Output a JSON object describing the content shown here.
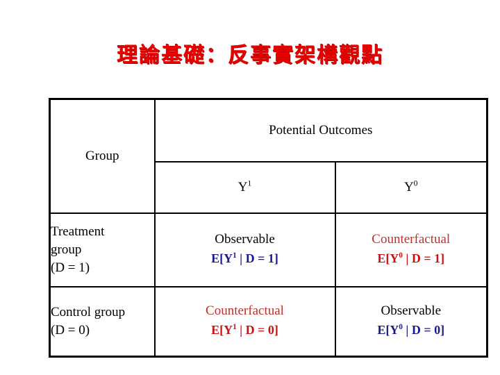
{
  "slide": {
    "title": "理論基礎：反事實架構觀點",
    "title_color": "#e60000"
  },
  "table": {
    "headers": {
      "group": "Group",
      "potential_outcomes": "Potential Outcomes",
      "y1_base": "Y",
      "y1_sup": "1",
      "y0_base": "Y",
      "y0_sup": "0"
    },
    "rows": [
      {
        "label_lines": [
          "Treatment",
          "group",
          "(D = 1)"
        ],
        "y1": {
          "word": "Observable",
          "word_color": "#000000",
          "formula_prefix": "E[Y",
          "formula_sup": "1",
          "formula_suffix": " | D = 1]",
          "formula_color": "#1a1a8c"
        },
        "y0": {
          "word": "Counterfactual",
          "word_color": "#c0302b",
          "formula_prefix": "E[Y",
          "formula_sup": "0",
          "formula_suffix": " | D = 1]",
          "formula_color": "#cc1111"
        }
      },
      {
        "label_lines": [
          "Control group",
          "(D = 0)"
        ],
        "y1": {
          "word": "Counterfactual",
          "word_color": "#c0302b",
          "formula_prefix": "E[Y",
          "formula_sup": "1",
          "formula_suffix": " | D = 0]",
          "formula_color": "#cc1111"
        },
        "y0": {
          "word": "Observable",
          "word_color": "#000000",
          "formula_prefix": "E[Y",
          "formula_sup": "0",
          "formula_suffix": " | D = 0]",
          "formula_color": "#1a1a8c"
        }
      }
    ]
  }
}
